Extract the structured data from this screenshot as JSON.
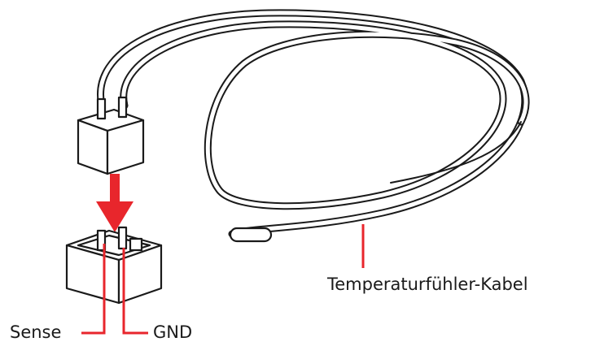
{
  "labels": {
    "sense": "Sense",
    "gnd": "GND",
    "cable": "Temperaturfühler-Kabel"
  },
  "colors": {
    "line": "#1a1a1a",
    "accent": "#e8262c",
    "background": "#ffffff"
  },
  "icons": [
    "down-arrow-icon"
  ]
}
